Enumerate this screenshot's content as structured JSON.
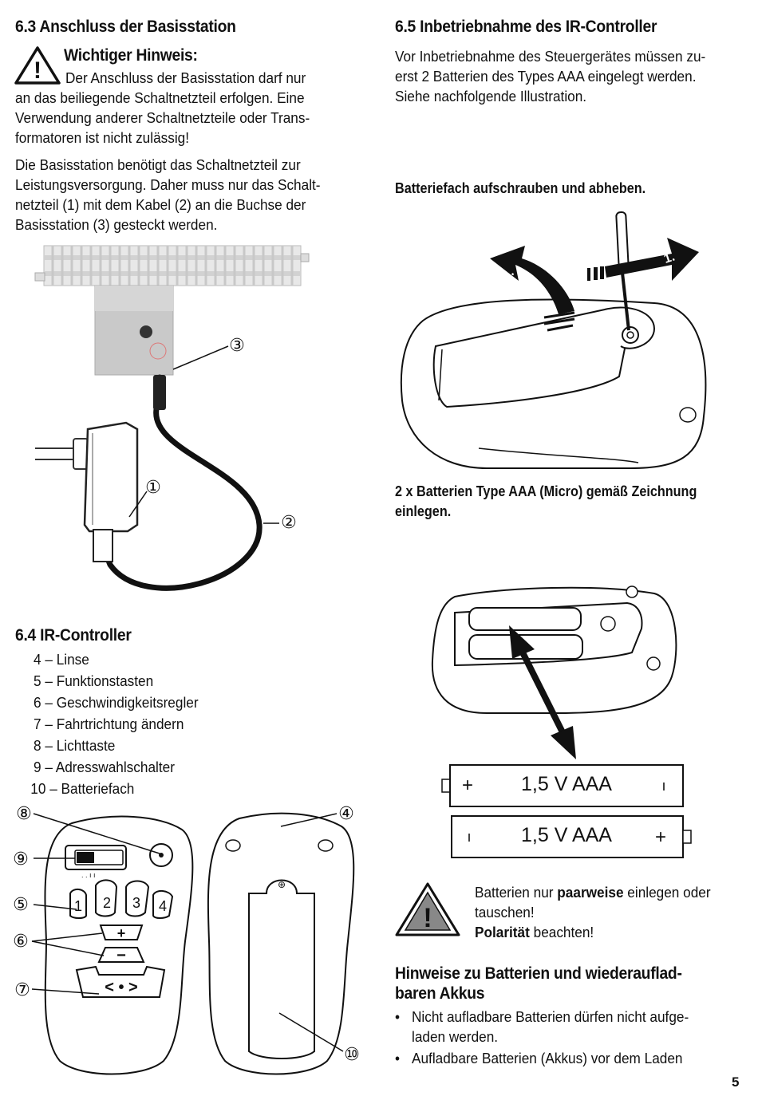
{
  "left": {
    "s63_title": "6.3 Anschluss der Basisstation",
    "warning_title": "Wichtiger Hinweis:",
    "warning_lines": [
      "Der Anschluss der Basisstation darf nur",
      "an das beiliegende Schaltnetzteil erfolgen. Eine",
      "Verwendung anderer Schaltnetzteile oder Trans-",
      "formatoren ist nicht zulässig!"
    ],
    "para_lines": [
      "Die Basisstation benötigt das Schaltnetzteil zur",
      "Leistungsversorgung. Daher muss nur das Schalt-",
      "netzteil (1) mit dem Kabel (2) an die Buchse  der",
      "Basisstation (3) gesteckt werden."
    ],
    "callouts_connection": [
      "③",
      "①",
      "②"
    ],
    "s64_title": "6.4 IR-Controller",
    "s64_items": [
      "4 – Linse",
      "5 – Funktionstasten",
      "6 – Geschwindigkeitsregler",
      "7 – Fahrtrichtung ändern",
      "8 – Lichttaste",
      "9 – Adresswahlschalter",
      "10 – Batteriefach"
    ],
    "controller_callouts": [
      "⑧",
      "⑨",
      "⑤",
      "⑥",
      "⑦",
      "④",
      "⑩"
    ],
    "controller_buttons": [
      "1",
      "2",
      "3",
      "4",
      "+",
      "−",
      "< • >"
    ]
  },
  "right": {
    "s65_title": "6.5 Inbetriebnahme des IR-Controller",
    "intro_lines": [
      "Vor Inbetriebnahme des Steuergerätes müssen zu-",
      "erst 2 Batterien des Types AAA eingelegt werden.",
      "Siehe nachfolgende Illustration."
    ],
    "step1": "Batteriefach aufschrauben und abheben.",
    "arrow_labels": [
      "1.",
      "2."
    ],
    "step2_lines": [
      "2 x Batterien Type AAA (Micro) gemäß Zeichnung",
      "einlegen."
    ],
    "battery_label": "1,5 V AAA",
    "battery_plus": "+",
    "battery_minus": "ı",
    "warn_line1_pre": "Batterien nur ",
    "warn_line1_bold": "paarweise",
    "warn_line1_post": " einlegen oder",
    "warn_line2": "tauschen!",
    "warn_line3_bold": "Polarität",
    "warn_line3_post": " beachten!",
    "hint_title_lines": [
      "Hinweise zu Batterien und wiederauflad-",
      "baren Akkus"
    ],
    "bullet_char": "•",
    "bullets": [
      [
        "Nicht aufladbare Batterien dürfen nicht aufge-",
        "laden werden."
      ],
      [
        "Aufladbare Batterien (Akkus) vor dem Laden"
      ]
    ]
  },
  "page_number": "5"
}
